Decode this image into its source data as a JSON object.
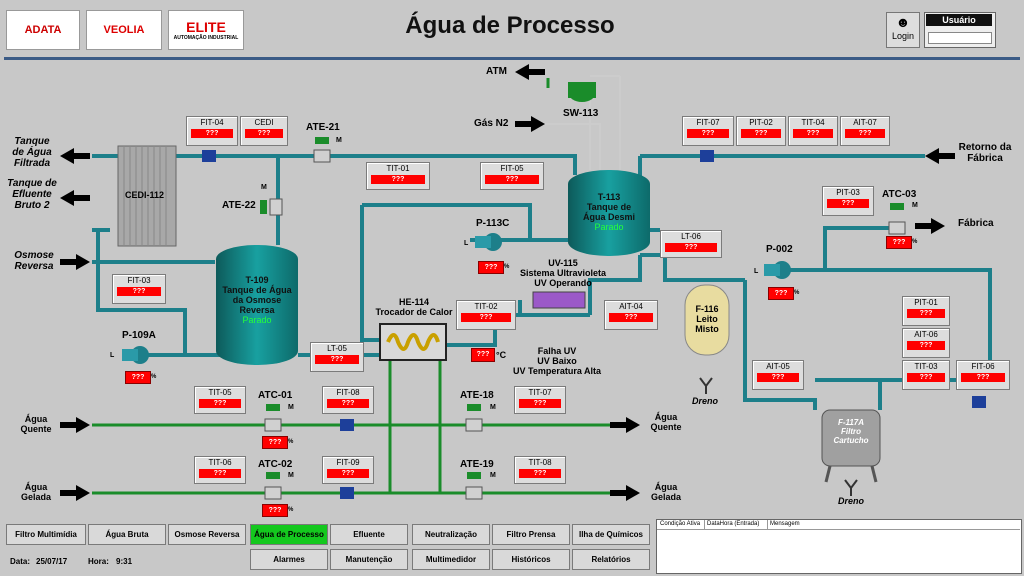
{
  "header": {
    "title": "Água de Processo",
    "logos": [
      "ADATA",
      "VEOLIA",
      "ELITE"
    ],
    "logo_sub": "AUTOMAÇÃO INDUSTRIAL",
    "login_label": "Login",
    "user_label": "Usuário"
  },
  "labels": {
    "atm": "ATM",
    "gas": "Gás N2",
    "sw113": "SW-113",
    "tanque_agua_filtrada": "Tanque\nde Água\nFiltrada",
    "tanque_efluente": "Tanque de\nEfluente\nBruto 2",
    "osmose": "Osmose\nReversa",
    "retorno": "Retorno da\nFábrica",
    "fabrica": "Fábrica",
    "cedi": "CEDI-112",
    "ate21": "ATE-21",
    "ate22": "ATE-22",
    "t113": "T-113\nTanque de\nÁgua Desmi",
    "t109": "T-109\nTanque de Água\nda Osmose\nReversa",
    "parado": "Parado",
    "p113c": "P-113C",
    "p109a": "P-109A",
    "p002": "P-002",
    "uv115": "UV-115\nSistema Ultravioleta\nUV Operando",
    "he114": "HE-114\nTrocador de Calor",
    "falha_uv": "Falha UV\nUV Baixo\nUV Temperatura Alta",
    "f116": "F-116\nLeito\nMisto",
    "f117a": "F-117A\nFiltro\nCartucho",
    "dreno": "Dreno",
    "atc01": "ATC-01",
    "atc02": "ATC-02",
    "atc03": "ATC-03",
    "ate18": "ATE-18",
    "ate19": "ATE-19",
    "agua_quente": "Água\nQuente",
    "agua_gelada": "Água\nGelada",
    "m": "M",
    "l": "L",
    "pct": "%",
    "degc": "°C",
    "qqq": "???"
  },
  "instruments": [
    {
      "id": "fit04",
      "tag": "FIT-04",
      "value": "???"
    },
    {
      "id": "cedi",
      "tag": "CEDI",
      "value": "???"
    },
    {
      "id": "tit01",
      "tag": "TIT-01",
      "value": "???"
    },
    {
      "id": "fit05",
      "tag": "FIT-05",
      "value": "???"
    },
    {
      "id": "fit07",
      "tag": "FIT-07",
      "value": "???"
    },
    {
      "id": "pit02",
      "tag": "PIT-02",
      "value": "???"
    },
    {
      "id": "tit04",
      "tag": "TIT-04",
      "value": "???"
    },
    {
      "id": "ait07",
      "tag": "AIT-07",
      "value": "???"
    },
    {
      "id": "pit03",
      "tag": "PIT-03",
      "value": "???"
    },
    {
      "id": "lt06",
      "tag": "LT-06",
      "value": "???"
    },
    {
      "id": "fit03",
      "tag": "FIT-03",
      "value": "???"
    },
    {
      "id": "tit02",
      "tag": "TIT-02",
      "value": "???"
    },
    {
      "id": "ait04",
      "tag": "AIT-04",
      "value": "???"
    },
    {
      "id": "lt05",
      "tag": "LT-05",
      "value": "???"
    },
    {
      "id": "pit01",
      "tag": "PIT-01",
      "value": "???"
    },
    {
      "id": "ait06",
      "tag": "AIT-06",
      "value": "???"
    },
    {
      "id": "tit03",
      "tag": "TIT-03",
      "value": "???"
    },
    {
      "id": "ait05",
      "tag": "AIT-05",
      "value": "???"
    },
    {
      "id": "fit06",
      "tag": "FIT-06",
      "value": "???"
    },
    {
      "id": "tit05",
      "tag": "TIT-05",
      "value": "???"
    },
    {
      "id": "fit08",
      "tag": "FIT-08",
      "value": "???"
    },
    {
      "id": "tit07",
      "tag": "TIT-07",
      "value": "???"
    },
    {
      "id": "tit06",
      "tag": "TIT-06",
      "value": "???"
    },
    {
      "id": "fit09",
      "tag": "FIT-09",
      "value": "???"
    },
    {
      "id": "tit08",
      "tag": "TIT-08",
      "value": "???"
    }
  ],
  "nav": {
    "row1": [
      "Filtro Multimídia",
      "Água Bruta",
      "Osmose Reversa",
      "Água de Processo",
      "Efluente",
      "Neutralização",
      "Filtro Prensa",
      "Ilha de Químicos"
    ],
    "row2": [
      "Alarmes",
      "Manutenção",
      "Multimedidor",
      "Históricos",
      "Relatórios"
    ],
    "active": "Água de Processo"
  },
  "status": {
    "date_label": "Data:",
    "date": "25/07/17",
    "time_label": "Hora:",
    "time": "9:31"
  },
  "alarm_table": {
    "headers": [
      "Condição Ativa",
      "DataHora (Entrada)",
      "Mensagem"
    ]
  },
  "colors": {
    "pipe_teal": "#1d7f8a",
    "pipe_green": "#1a8c2a",
    "alarm_red": "#ff0000",
    "running_green": "#23ff3c",
    "active_button": "#14c81e"
  }
}
